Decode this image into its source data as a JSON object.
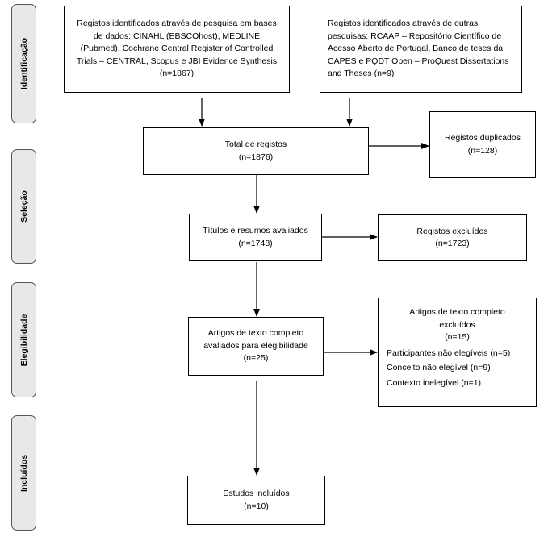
{
  "stages": {
    "identification": "Identificação",
    "screening": "Seleção",
    "eligibility": "Elegibilidade",
    "included": "Incluídos"
  },
  "boxes": {
    "databases": {
      "lines": [
        "Registos identificados através de pesquisa em bases",
        "de dados: CINAHL (EBSCOhost), MEDLINE",
        "(Pubmed), Cochrane Central Register of Controlled",
        "Trials – CENTRAL, Scopus e JBI Evidence Synthesis",
        "(n=1867)"
      ]
    },
    "other_sources": {
      "lines": [
        "Registos identificados através de outras",
        "pesquisas: RCAAP – Repositório Científico de",
        "Acesso Aberto de Portugal, Banco de teses da",
        "CAPES e PQDT Open – ProQuest Dissertations",
        "and Theses (n=9)"
      ]
    },
    "total": {
      "title": "Total de registos",
      "count": "(n=1876)"
    },
    "duplicates": {
      "title": "Registos duplicados",
      "count": "(n=128)"
    },
    "screened": {
      "title": "Títulos e resumos avaliados",
      "count": "(n=1748)"
    },
    "excluded": {
      "title": "Registos excluídos",
      "count": "(n=1723)"
    },
    "fulltext": {
      "title_line1": "Artigos de texto completo",
      "title_line2": "avaliados para elegibilidade",
      "count": "(n=25)"
    },
    "fulltext_excluded": {
      "title_line1": "Artigos de texto completo",
      "title_line2": "excluídos",
      "count": "(n=15)",
      "reasons": [
        "Participantes não elegíveis (n=5)",
        "Conceito não elegível (n=9)",
        "Contexto inelegível (n=1)"
      ]
    },
    "included": {
      "title": "Estudos incluídos",
      "count": "(n=10)"
    }
  }
}
